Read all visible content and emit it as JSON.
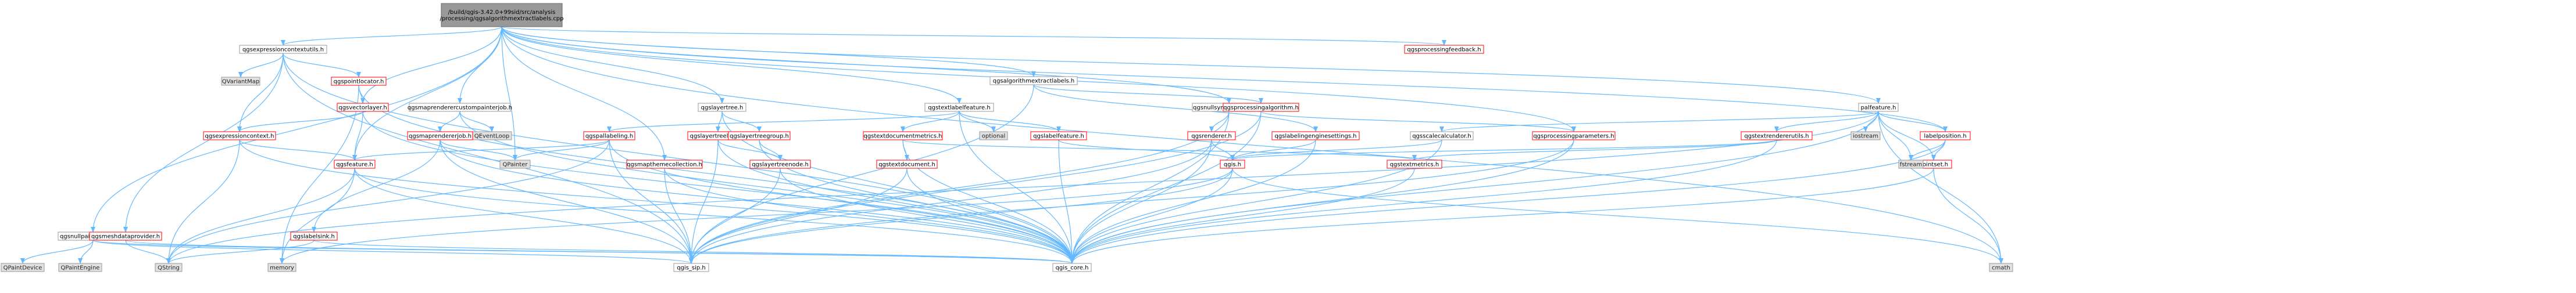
{
  "colors": {
    "root_fill": "#999999",
    "node_fill": "#ffffff",
    "ext_fill": "#e0e0e0",
    "red_border": "#ff0000",
    "gray_border": "#999999",
    "edge": "#63b8ff",
    "text": "#000000"
  },
  "nodes": [
    {
      "id": "root",
      "label": "/build/qgis-3.42.0+99sid/src/analysis\n/processing/qgsalgorithmextractlabels.cpp",
      "kind": "root"
    },
    {
      "id": "qgsexpressioncontextutils_h",
      "label": "qgsexpressioncontextutils.h",
      "kind": "normal"
    },
    {
      "id": "qgsprocessingfeedback_h",
      "label": "qgsprocessingfeedback.h",
      "kind": "red"
    },
    {
      "id": "qgsalgorithmextractlabels_h",
      "label": "qgsalgorithmextractlabels.h",
      "kind": "normal"
    },
    {
      "id": "qgsmaprenderercustompainterjob_h",
      "label": "qgsmaprenderercustompainterjob.h",
      "kind": "normal"
    },
    {
      "id": "qgslayertree_h",
      "label": "qgslayertree.h",
      "kind": "normal"
    },
    {
      "id": "qgstextlabelfeature_h",
      "label": "qgstextlabelfeature.h",
      "kind": "normal"
    },
    {
      "id": "qgsnullsymbolrenderer_h",
      "label": "qgsnullsymbolrenderer.h",
      "kind": "normal"
    },
    {
      "id": "palfeature_h",
      "label": "palfeature.h",
      "kind": "normal"
    },
    {
      "id": "qgsnullpainterdevice_h",
      "label": "qgsnullpainterdevice.h",
      "kind": "normal"
    },
    {
      "id": "QVariantMap",
      "label": "QVariantMap",
      "kind": "external"
    },
    {
      "id": "qgspointlocator_h",
      "label": "qgspointlocator.h",
      "kind": "red"
    },
    {
      "id": "qgsvectorlayer_h",
      "label": "qgsvectorlayer.h",
      "kind": "red"
    },
    {
      "id": "qgsexpressioncontext_h",
      "label": "qgsexpressioncontext.h",
      "kind": "red"
    },
    {
      "id": "qgsmeshdataprovider_h",
      "label": "qgsmeshdataprovider.h",
      "kind": "red"
    },
    {
      "id": "qgslabelsink_h",
      "label": "qgslabelsink.h",
      "kind": "red"
    },
    {
      "id": "QEventLoop",
      "label": "QEventLoop",
      "kind": "external"
    },
    {
      "id": "qgsmaprendererjob_h",
      "label": "qgsmaprendererjob.h",
      "kind": "red"
    },
    {
      "id": "qgspallabeling_h",
      "label": "qgspallabeling.h",
      "kind": "red"
    },
    {
      "id": "qgslayertreelayer_h",
      "label": "qgslayertreelayer.h",
      "kind": "red"
    },
    {
      "id": "qgslayertreegroup_h",
      "label": "qgslayertreegroup.h",
      "kind": "red"
    },
    {
      "id": "qgsprocessingalgorithm_h",
      "label": "qgsprocessingalgorithm.h",
      "kind": "red"
    },
    {
      "id": "qgstextdocumentmetrics_h",
      "label": "qgstextdocumentmetrics.h",
      "kind": "red"
    },
    {
      "id": "optional",
      "label": "optional",
      "kind": "external"
    },
    {
      "id": "qgslabelfeature_h",
      "label": "qgslabelfeature.h",
      "kind": "red"
    },
    {
      "id": "qgsrenderer_h",
      "label": "qgsrenderer.h",
      "kind": "red"
    },
    {
      "id": "qgslabelingenginesettings_h",
      "label": "qgslabelingenginesettings.h",
      "kind": "red"
    },
    {
      "id": "qgsscalecalculator_h",
      "label": "qgsscalecalculator.h",
      "kind": "normal"
    },
    {
      "id": "qgsprocessingparameters_h",
      "label": "qgsprocessingparameters.h",
      "kind": "red"
    },
    {
      "id": "qgstextrendererutils_h",
      "label": "qgstextrendererutils.h",
      "kind": "red"
    },
    {
      "id": "iostream",
      "label": "iostream",
      "kind": "external"
    },
    {
      "id": "labelposition_h",
      "label": "labelposition.h",
      "kind": "red"
    },
    {
      "id": "QPaintDevice",
      "label": "QPaintDevice",
      "kind": "external"
    },
    {
      "id": "QPaintEngine",
      "label": "QPaintEngine",
      "kind": "external"
    },
    {
      "id": "qgsfeature_h",
      "label": "qgsfeature.h",
      "kind": "red"
    },
    {
      "id": "QPainter",
      "label": "QPainter",
      "kind": "external"
    },
    {
      "id": "qgsmapthemecollection_h",
      "label": "qgsmapthemecollection.h",
      "kind": "red"
    },
    {
      "id": "qgslayertreenode_h",
      "label": "qgslayertreenode.h",
      "kind": "red"
    },
    {
      "id": "qgstextdocument_h",
      "label": "qgstextdocument.h",
      "kind": "red"
    },
    {
      "id": "qgis_h",
      "label": "qgis.h",
      "kind": "red"
    },
    {
      "id": "qgstextmetrics_h",
      "label": "qgstextmetrics.h",
      "kind": "red"
    },
    {
      "id": "pointset_h",
      "label": "pointset.h",
      "kind": "red"
    },
    {
      "id": "fstream",
      "label": "fstream",
      "kind": "external"
    },
    {
      "id": "QString",
      "label": "QString",
      "kind": "external"
    },
    {
      "id": "memory",
      "label": "memory",
      "kind": "external"
    },
    {
      "id": "qgis_sip_h",
      "label": "qgis_sip.h",
      "kind": "normal"
    },
    {
      "id": "qgis_core_h",
      "label": "qgis_core.h",
      "kind": "normal"
    },
    {
      "id": "cmath",
      "label": "cmath",
      "kind": "external"
    }
  ],
  "edges": [
    [
      "root",
      "qgsexpressioncontextutils_h"
    ],
    [
      "root",
      "qgsprocessingfeedback_h"
    ],
    [
      "root",
      "qgsalgorithmextractlabels_h"
    ],
    [
      "root",
      "qgsmaprenderercustompainterjob_h"
    ],
    [
      "root",
      "qgslayertree_h"
    ],
    [
      "root",
      "qgstextlabelfeature_h"
    ],
    [
      "root",
      "qgsnullsymbolrenderer_h"
    ],
    [
      "root",
      "palfeature_h"
    ],
    [
      "root",
      "qgsnullpainterdevice_h"
    ],
    [
      "root",
      "qgsvectorlayer_h"
    ],
    [
      "root",
      "qgsprocessingparameters_h"
    ],
    [
      "root",
      "labelposition_h"
    ],
    [
      "root",
      "qgsfeature_h"
    ],
    [
      "root",
      "QPainter"
    ],
    [
      "root",
      "qgsmapthemecollection_h"
    ],
    [
      "root",
      "cmath"
    ],
    [
      "qgsexpressioncontextutils_h",
      "QVariantMap"
    ],
    [
      "qgsexpressioncontextutils_h",
      "qgspointlocator_h"
    ],
    [
      "qgsexpressioncontextutils_h",
      "qgsexpressioncontext_h"
    ],
    [
      "qgsexpressioncontextutils_h",
      "qgsmeshdataprovider_h"
    ],
    [
      "qgsexpressioncontextutils_h",
      "qgis_core_h"
    ],
    [
      "qgsexpressioncontextutils_h",
      "qgis_sip_h"
    ],
    [
      "qgspointlocator_h",
      "qgsvectorlayer_h"
    ],
    [
      "qgspointlocator_h",
      "qgis_core_h"
    ],
    [
      "qgspointlocator_h",
      "memory"
    ],
    [
      "qgsvectorlayer_h",
      "qgsexpressioncontext_h"
    ],
    [
      "qgsvectorlayer_h",
      "qgsfeature_h"
    ],
    [
      "qgsvectorlayer_h",
      "qgis_core_h"
    ],
    [
      "qgsexpressioncontext_h",
      "qgsfeature_h"
    ],
    [
      "qgsexpressioncontext_h",
      "QString"
    ],
    [
      "qgsexpressioncontext_h",
      "qgis_core_h"
    ],
    [
      "qgsmeshdataprovider_h",
      "QString"
    ],
    [
      "qgsmeshdataprovider_h",
      "qgis_core_h"
    ],
    [
      "qgsalgorithmextractlabels_h",
      "qgsprocessingalgorithm_h"
    ],
    [
      "qgsalgorithmextractlabels_h",
      "qgslabelingenginesettings_h"
    ],
    [
      "qgsalgorithmextractlabels_h",
      "qgis_sip_h"
    ],
    [
      "qgsmaprenderercustompainterjob_h",
      "QEventLoop"
    ],
    [
      "qgsmaprenderercustompainterjob_h",
      "qgsmaprendererjob_h"
    ],
    [
      "qgsmaprenderercustompainterjob_h",
      "qgis_core_h"
    ],
    [
      "qgsmaprendererjob_h",
      "qgslabelsink_h"
    ],
    [
      "qgsmaprendererjob_h",
      "QPainter"
    ],
    [
      "qgsmaprendererjob_h",
      "qgis_core_h"
    ],
    [
      "qgsmaprendererjob_h",
      "qgis_sip_h"
    ],
    [
      "qgslayertree_h",
      "qgslayertreelayer_h"
    ],
    [
      "qgslayertree_h",
      "qgslayertreegroup_h"
    ],
    [
      "qgslayertree_h",
      "qgis_core_h"
    ],
    [
      "qgslayertreelayer_h",
      "qgslayertreenode_h"
    ],
    [
      "qgslayertreelayer_h",
      "qgis_core_h"
    ],
    [
      "qgslayertreelayer_h",
      "qgis_sip_h"
    ],
    [
      "qgslayertreegroup_h",
      "qgslayertreenode_h"
    ],
    [
      "qgslayertreegroup_h",
      "qgis_core_h"
    ],
    [
      "qgslayertreenode_h",
      "qgis_sip_h"
    ],
    [
      "qgslayertreenode_h",
      "qgis_core_h"
    ],
    [
      "qgstextlabelfeature_h",
      "qgspallabeling_h"
    ],
    [
      "qgstextlabelfeature_h",
      "qgstextdocumentmetrics_h"
    ],
    [
      "qgstextlabelfeature_h",
      "optional"
    ],
    [
      "qgstextlabelfeature_h",
      "qgslabelfeature_h"
    ],
    [
      "qgstextlabelfeature_h",
      "qgis_core_h"
    ],
    [
      "qgspallabeling_h",
      "qgsfeature_h"
    ],
    [
      "qgspallabeling_h",
      "QString"
    ],
    [
      "qgspallabeling_h",
      "QPainter"
    ],
    [
      "qgspallabeling_h",
      "qgis_core_h"
    ],
    [
      "qgspallabeling_h",
      "qgis_sip_h"
    ],
    [
      "qgstextdocumentmetrics_h",
      "qgstextdocument_h"
    ],
    [
      "qgstextdocumentmetrics_h",
      "qgis_core_h"
    ],
    [
      "qgstextdocumentmetrics_h",
      "qgstextmetrics_h"
    ],
    [
      "qgstextdocument_h",
      "qgis_sip_h"
    ],
    [
      "qgstextdocument_h",
      "qgis_core_h"
    ],
    [
      "qgslabelfeature_h",
      "qgis_h"
    ],
    [
      "qgslabelfeature_h",
      "qgis_core_h"
    ],
    [
      "qgsnullsymbolrenderer_h",
      "qgsrenderer_h"
    ],
    [
      "qgsnullsymbolrenderer_h",
      "qgis_core_h"
    ],
    [
      "qgsnullsymbolrenderer_h",
      "qgis_sip_h"
    ],
    [
      "qgsrenderer_h",
      "qgis_h"
    ],
    [
      "qgsrenderer_h",
      "qgis_core_h"
    ],
    [
      "qgsrenderer_h",
      "qgis_sip_h"
    ],
    [
      "qgslabelingenginesettings_h",
      "qgis_h"
    ],
    [
      "qgslabelingenginesettings_h",
      "qgis_core_h"
    ],
    [
      "qgsprocessingalgorithm_h",
      "qgsprocessingparameters_h"
    ],
    [
      "qgsprocessingalgorithm_h",
      "qgis_core_h"
    ],
    [
      "qgsprocessingalgorithm_h",
      "qgis_sip_h"
    ],
    [
      "qgsscalecalculator_h",
      "qgis_h"
    ],
    [
      "qgsscalecalculator_h",
      "qgis_core_h"
    ],
    [
      "qgsprocessingparameters_h",
      "qgis_core_h"
    ],
    [
      "qgsprocessingparameters_h",
      "qgis_sip_h"
    ],
    [
      "palfeature_h",
      "qgsscalecalculator_h"
    ],
    [
      "palfeature_h",
      "qgstextrendererutils_h"
    ],
    [
      "palfeature_h",
      "iostream"
    ],
    [
      "palfeature_h",
      "labelposition_h"
    ],
    [
      "palfeature_h",
      "fstream"
    ],
    [
      "palfeature_h",
      "cmath"
    ],
    [
      "palfeature_h",
      "pointset_h"
    ],
    [
      "palfeature_h",
      "qgis_core_h"
    ],
    [
      "palfeature_h",
      "QString"
    ],
    [
      "qgstextrendererutils_h",
      "qgstextmetrics_h"
    ],
    [
      "qgstextrendererutils_h",
      "qgis_h"
    ],
    [
      "qgstextrendererutils_h",
      "qgis_core_h"
    ],
    [
      "qgstextmetrics_h",
      "qgis_core_h"
    ],
    [
      "labelposition_h",
      "pointset_h"
    ],
    [
      "labelposition_h",
      "fstream"
    ],
    [
      "labelposition_h",
      "qgis_core_h"
    ],
    [
      "pointset_h",
      "qgis_core_h"
    ],
    [
      "pointset_h",
      "cmath"
    ],
    [
      "qgsnullpainterdevice_h",
      "QPaintDevice"
    ],
    [
      "qgsnullpainterdevice_h",
      "QPaintEngine"
    ],
    [
      "qgsnullpainterdevice_h",
      "qgis_core_h"
    ],
    [
      "qgsnullpainterdevice_h",
      "qgis_sip_h"
    ],
    [
      "qgsfeature_h",
      "QString"
    ],
    [
      "qgsfeature_h",
      "memory"
    ],
    [
      "qgsfeature_h",
      "qgis_core_h"
    ],
    [
      "qgsfeature_h",
      "qgis_sip_h"
    ],
    [
      "qgsmapthemecollection_h",
      "qgis_core_h"
    ],
    [
      "qgsmapthemecollection_h",
      "qgis_sip_h"
    ],
    [
      "qgis_h",
      "qgis_sip_h"
    ],
    [
      "qgis_h",
      "qgis_core_h"
    ],
    [
      "qgis_h",
      "memory"
    ],
    [
      "qgis_h",
      "cmath"
    ],
    [
      "qgslabelsink_h",
      "QString"
    ],
    [
      "qgslabelsink_h",
      "qgis_core_h"
    ]
  ]
}
